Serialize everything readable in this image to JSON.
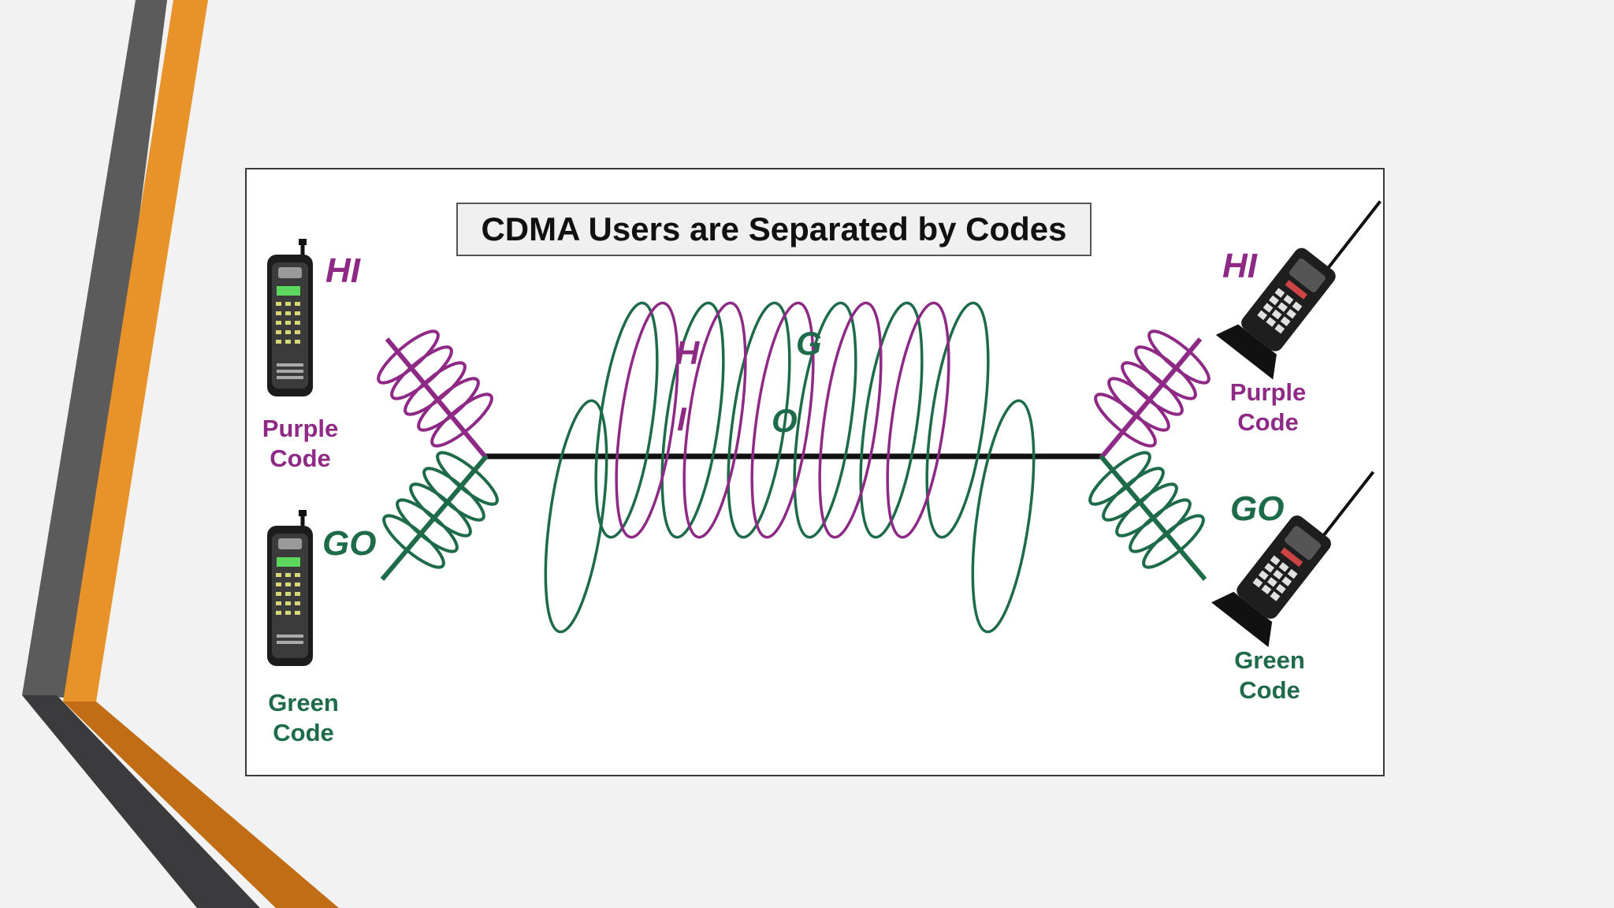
{
  "title": "CDMA Users are Separated by Codes",
  "left_top": {
    "word": "HI",
    "code_line1": "Purple",
    "code_line2": "Code"
  },
  "left_bottom": {
    "word": "GO",
    "code_line1": "Green",
    "code_line2": "Code"
  },
  "right_top": {
    "word": "HI",
    "code_line1": "Purple",
    "code_line2": "Code"
  },
  "right_bottom": {
    "word": "GO",
    "code_line1": "Green",
    "code_line2": "Code"
  },
  "wave_letters": {
    "h": "H",
    "i": "I",
    "g": "G",
    "o": "O"
  },
  "colors": {
    "purple": "#8e2a86",
    "green": "#1e6b4a",
    "orange": "#e8922a",
    "gray": "#5a5a5a"
  }
}
